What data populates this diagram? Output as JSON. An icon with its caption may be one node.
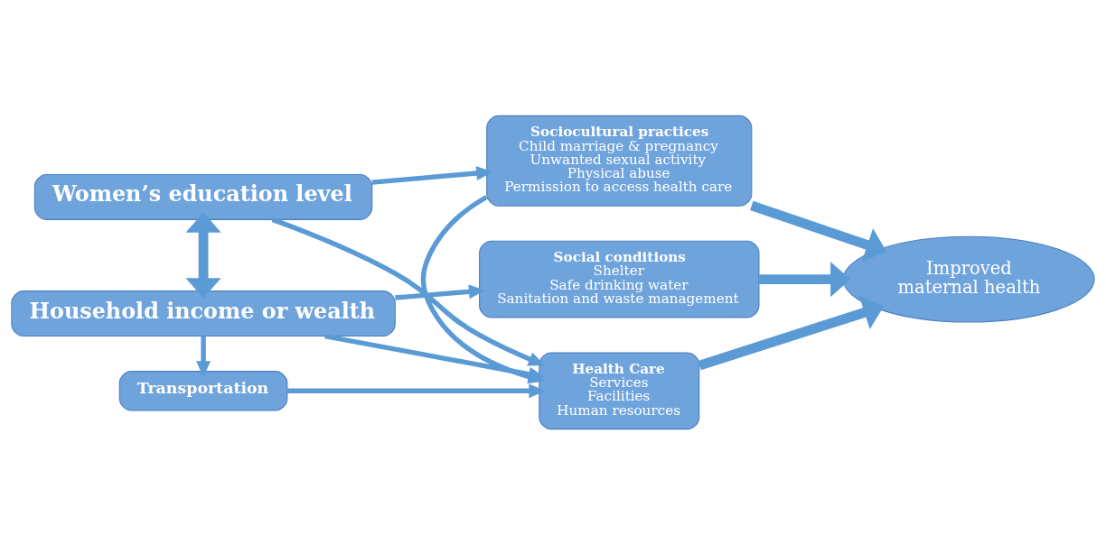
{
  "diagram": {
    "nodes": [
      {
        "text": [
          "Women’s education level"
        ]
      },
      {
        "text": [
          "Sociocultural practices",
          "Child marriage & pregnancy",
          "Unwanted sexual activity",
          "Physical abuse",
          "Permission to access health care"
        ]
      },
      {
        "text": [
          "Transportation"
        ]
      },
      {
        "text": [
          "Health Care",
          "Services",
          "Facilities",
          "Human resources"
        ]
      },
      {
        "text": [
          "Improved maternal health"
        ]
      },
      {
        "text": [
          "Household income or wealth"
        ]
      },
      {
        "text": [
          "Social conditions",
          "Shelter",
          "Safe drinking water",
          "Sanitation and waste management"
        ]
      }
    ],
    "edges": [
      {
        "from": 0,
        "to": 1,
        "arrow": "to"
      },
      {
        "from": 0,
        "to": 3,
        "arrow": "to"
      },
      {
        "from": 1,
        "to": 3,
        "arrow": "to"
      },
      {
        "from": 1,
        "to": 4,
        "arrow": "to",
        "style": "thick"
      },
      {
        "from": 2,
        "to": 3,
        "arrow": "to"
      },
      {
        "from": 3,
        "to": 4,
        "arrow": "to",
        "style": "thick"
      },
      {
        "from": 5,
        "to": 2,
        "arrow": "to"
      },
      {
        "from": 5,
        "to": 3,
        "arrow": "to"
      },
      {
        "from": 5,
        "to": 6,
        "arrow": "to"
      },
      {
        "from": 6,
        "to": 4,
        "arrow": "to",
        "style": "thick"
      },
      {
        "from": 0,
        "to": 5,
        "arrow": "both",
        "style": "thick"
      }
    ]
  }
}
